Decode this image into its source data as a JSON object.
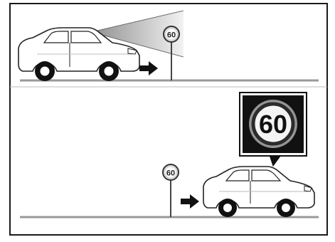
{
  "panels": [
    {
      "id": "top",
      "road_sign": {
        "speed_value": "60"
      },
      "arrow_direction": "right"
    },
    {
      "id": "bottom",
      "road_sign": {
        "speed_value": "60"
      },
      "display_sign": {
        "speed_value": "60"
      },
      "arrow_direction": "right"
    }
  ],
  "colors": {
    "frame": "#1a1a1a",
    "road": "#999999",
    "display_bg": "#111111",
    "sign_ring": "#333333"
  }
}
